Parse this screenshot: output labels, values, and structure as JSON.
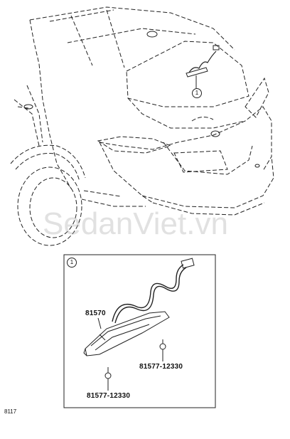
{
  "diagram": {
    "callout_number": "1",
    "detail_callout_number": "1",
    "parts": {
      "stop_lamp_assy": "81570",
      "bulb_upper": "81577-12330",
      "bulb_lower": "81577-12330"
    },
    "watermark": "SedanViet.vn",
    "figure_ref": "8117"
  },
  "colors": {
    "line": "#222222",
    "watermark": "#aaaaaa",
    "background": "#ffffff"
  }
}
